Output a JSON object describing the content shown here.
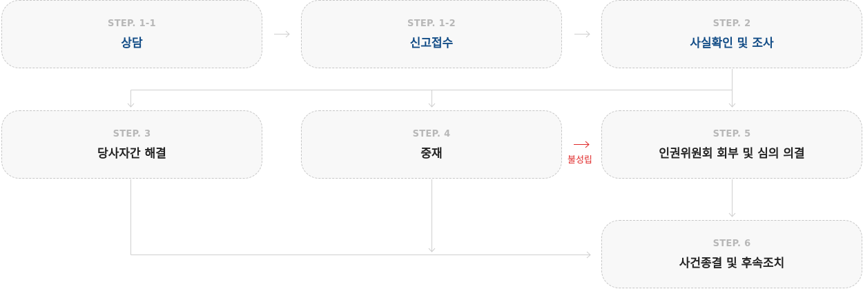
{
  "steps": [
    {
      "num": "STEP. 1-1",
      "title": "상담"
    },
    {
      "num": "STEP. 1-2",
      "title": "신고접수"
    },
    {
      "num": "STEP. 2",
      "title": "사실확인 및 조사"
    },
    {
      "num": "STEP. 3",
      "title": "당사자간 해결"
    },
    {
      "num": "STEP. 4",
      "title": "중재"
    },
    {
      "num": "STEP. 5",
      "title": "인권위원회 회부 및 심의 의결"
    },
    {
      "num": "STEP. 6",
      "title": "사건종결 및 후속조치"
    }
  ],
  "fail_label": "불성립",
  "colors": {
    "step_num": "#b7b7b7",
    "title_blue": "#124c86",
    "title_dark": "#222222",
    "connector": "#cfcfcf",
    "fail_arrow": "#e02a2a"
  }
}
